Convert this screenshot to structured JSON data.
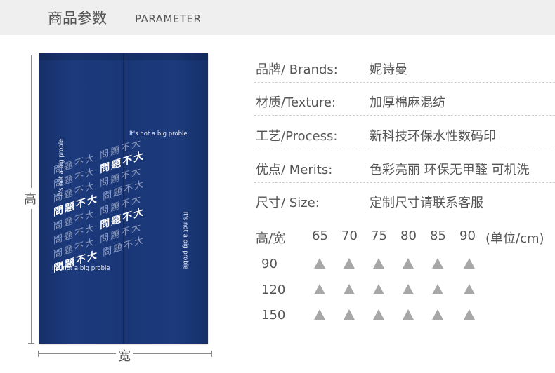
{
  "header": {
    "title_cn": "商品参数",
    "title_en": "PARAMETER"
  },
  "image": {
    "height_label": "高",
    "width_label": "宽",
    "curtain_text_1": "It's not a big proble",
    "curtain_text_2": "It's not a big proble",
    "curtain_text_3": "It's not a big proble",
    "curtain_text_4": "It's not a big proble",
    "pattern_light": "問題不大",
    "pattern_bold": "問題不大",
    "curtain_color": "#1a3676"
  },
  "specs": [
    {
      "label": "品牌/ Brands:",
      "value": "妮诗曼"
    },
    {
      "label": "材质/Texture:",
      "value": "加厚棉麻混纺"
    },
    {
      "label": "工艺/Process:",
      "value": "新科技环保水性数码印"
    },
    {
      "label": "优点/ Merits:",
      "value": "色彩亮丽 环保无甲醛 可机洗"
    },
    {
      "label": "尺寸/  Size:",
      "value": "定制尺寸请联系客服"
    }
  ],
  "size_table": {
    "corner": "高/宽",
    "widths": [
      "65",
      "70",
      "75",
      "80",
      "85",
      "90"
    ],
    "unit": "(单位/cm)",
    "heights": [
      "90",
      "120",
      "150"
    ],
    "available_icon": "triangle-icon",
    "available_color": "#a7a7a7"
  }
}
